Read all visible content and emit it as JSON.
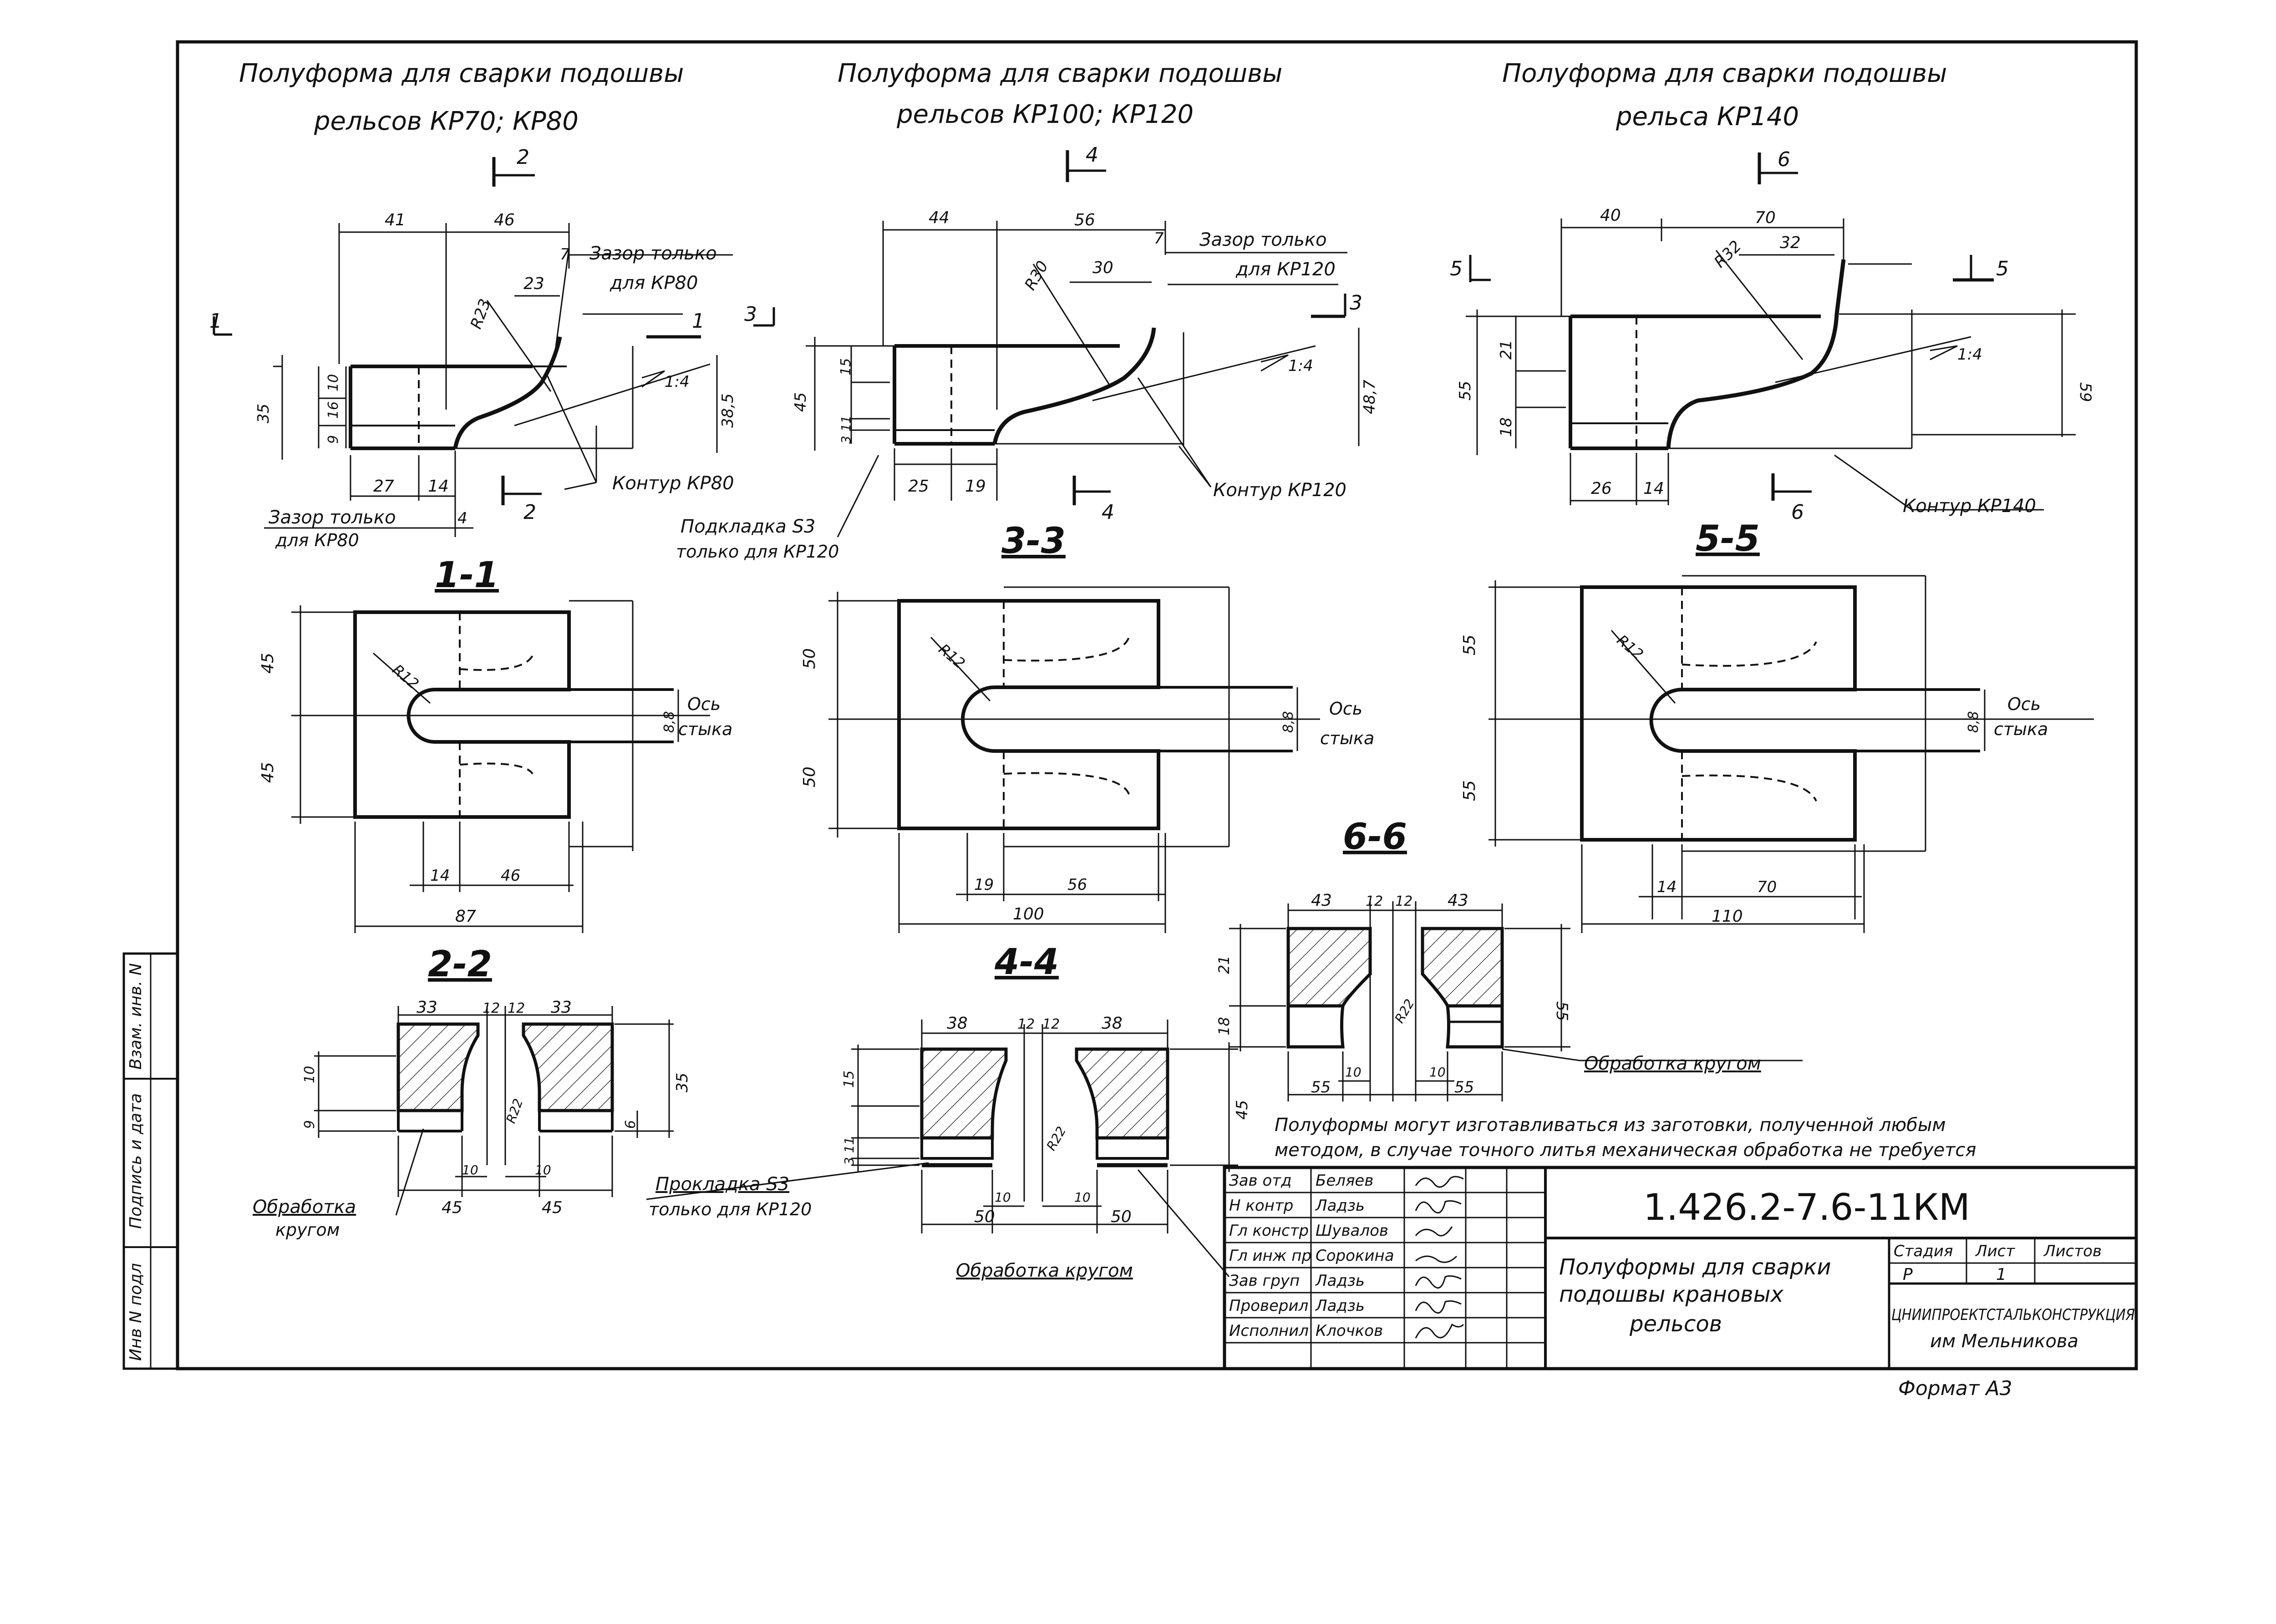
{
  "top": {
    "a_line1": "Полуформа   для  сварки  подошвы",
    "a_line2": "рельсов  КР70; КР80",
    "b_line1": "Полуформа  для сварки подошвы",
    "b_line2": "рельсов  КР100; КР120",
    "c_line1": "Полуформа   для  сварки  подошвы",
    "c_line2": "рельса   КР140"
  },
  "view_a": {
    "sec_top": "2",
    "sec_bottom": "2",
    "sec_left": "1",
    "sec_right": "1",
    "d_w1": "41",
    "d_w2": "46",
    "d_7": "7",
    "d_23": "23",
    "d_r23": "R23",
    "d_10": "10",
    "d_16": "16",
    "d_9": "9",
    "d_35": "35",
    "d_385": "38,5",
    "d_27": "27",
    "d_14": "14",
    "d_4": "4",
    "slope": "1:4",
    "gap_top_1": "Зазор  только",
    "gap_top_2": "для  КР80",
    "contour": "Контур КР80",
    "gap_bot_1": "Зазор  только",
    "gap_bot_2": "для  КР80"
  },
  "view_b": {
    "sec_top": "4",
    "sec_bottom": "4",
    "sec_left": "3",
    "sec_right": "3",
    "d_w1": "44",
    "d_w2": "56",
    "d_7": "7",
    "d_30": "30",
    "d_r30": "R30",
    "d_15": "15",
    "d_45": "45",
    "d_311": "3 11",
    "d_487": "48,7",
    "d_25": "25",
    "d_19": "19",
    "slope": "1:4",
    "gap_top_1": "Зазор  только",
    "gap_top_2": "для  КР120",
    "contour": "Контур КР120",
    "pad_1": "Подкладка  S3",
    "pad_2": "только для КР120"
  },
  "view_c": {
    "sec_top": "6",
    "sec_bottom": "6",
    "sec_left": "5",
    "sec_right": "5",
    "d_w1": "40",
    "d_w2": "70",
    "d_32": "32",
    "d_r32": "R32",
    "d_21": "21",
    "d_55": "55",
    "d_18": "18",
    "d_59": "59",
    "d_26": "26",
    "d_14": "14",
    "slope": "1:4",
    "contour": "Контур КР140"
  },
  "sections": {
    "s11": "1-1",
    "s33": "3-3",
    "s55": "5-5",
    "s22": "2-2",
    "s44": "4-4",
    "s66": "6-6"
  },
  "plan_a": {
    "h1": "45",
    "h2": "45",
    "r": "R12",
    "slot": "8,8",
    "w1": "14",
    "w2": "46",
    "total": "87",
    "axis1": "Ось",
    "axis2": "стыка"
  },
  "plan_b": {
    "h1": "50",
    "h2": "50",
    "r": "R12",
    "slot": "8,8",
    "w1": "19",
    "w2": "56",
    "total": "100",
    "axis1": "Ось",
    "axis2": "стыка"
  },
  "plan_c": {
    "h1": "55",
    "h2": "55",
    "r": "R12",
    "slot": "8,8",
    "w1": "14",
    "w2": "70",
    "total": "110",
    "axis1": "Ось",
    "axis2": "стыка"
  },
  "sect_22": {
    "a": "33",
    "b": "12",
    "c": "12",
    "d": "33",
    "h10": "10",
    "h9": "9",
    "h6": "6",
    "h35": "35",
    "r": "R22",
    "g1": "10",
    "g2": "10",
    "w1": "45",
    "w2": "45",
    "proc1": "Обработка",
    "proc2": "кругом"
  },
  "sect_44": {
    "a": "38",
    "b": "12",
    "c": "12",
    "d": "38",
    "h15": "15",
    "h311": "3 11",
    "h45": "45",
    "r": "R22",
    "g1": "10",
    "g2": "10",
    "w1": "50",
    "w2": "50",
    "pad1": "Прокладка  S3",
    "pad2": "только для КР120",
    "proc": "Обработка   кругом"
  },
  "sect_66": {
    "a": "43",
    "b": "12",
    "c": "12",
    "d": "43",
    "h21": "21",
    "h18": "18",
    "h55": "55",
    "r": "R22",
    "g1": "10",
    "g2": "10",
    "w1": "55",
    "w2": "55",
    "proc": "Обработка  кругом"
  },
  "note_1": "Полуформы  могут  изготавливаться  из заготовки, полученной  любым",
  "note_2": "методом, в случае  точного литья  механическая  обработка  не требуется",
  "stamp": {
    "code": "1.426.2-7.6-11КМ",
    "title_1": "Полуформы  для  сварки",
    "title_2": "подошвы  крановых",
    "title_3": "рельсов",
    "stage_h": "Стадия",
    "sheet_h": "Лист",
    "sheets_h": "Листов",
    "stage": "Р",
    "sheet": "1",
    "org_1": "ЦНИИПРОЕКТСТАЛЬКОНСТРУКЦИЯ",
    "org_2": "им  Мельникова",
    "roles": [
      "Зав отд",
      "Н контр",
      "Гл констр",
      "Гл инж пр",
      "Зав груп",
      "Проверил",
      "Исполнил"
    ],
    "names": [
      "Беляев",
      "Ладзь",
      "Шувалов",
      "Сорокина",
      "Ладзь",
      "Ладзь",
      "Клочков"
    ]
  },
  "side": {
    "a": "Взам. инв. N",
    "b": "Подпись и дата",
    "c": "Инв N подл"
  },
  "format": "Формат  А3"
}
